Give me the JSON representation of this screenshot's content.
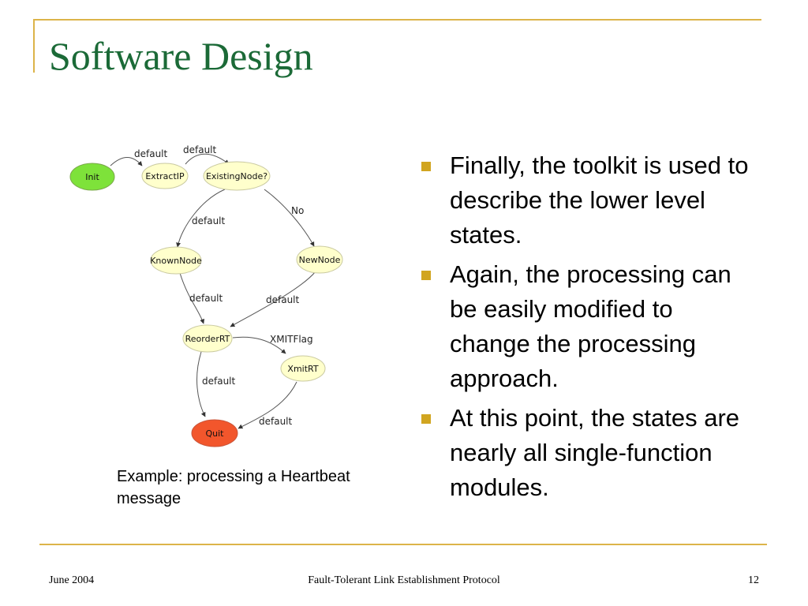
{
  "title": "Software Design",
  "diagram": {
    "nodes": [
      {
        "id": "init",
        "label": "Init",
        "color": "#7ee23a"
      },
      {
        "id": "extractip",
        "label": "ExtractIP",
        "color": "#ffffcc"
      },
      {
        "id": "existingnode",
        "label": "ExistingNode?",
        "color": "#ffffcc"
      },
      {
        "id": "knownnode",
        "label": "KnownNode",
        "color": "#ffffcc"
      },
      {
        "id": "newnode",
        "label": "NewNode",
        "color": "#ffffcc"
      },
      {
        "id": "reorderrt",
        "label": "ReorderRT",
        "color": "#ffffcc"
      },
      {
        "id": "xmitrt",
        "label": "XmitRT",
        "color": "#ffffcc"
      },
      {
        "id": "quit",
        "label": "Quit",
        "color": "#f2562c"
      }
    ],
    "edges": [
      {
        "from": "init",
        "to": "extractip",
        "label": "default"
      },
      {
        "from": "extractip",
        "to": "existingnode",
        "label": "default"
      },
      {
        "from": "existingnode",
        "to": "knownnode",
        "label": "default"
      },
      {
        "from": "existingnode",
        "to": "newnode",
        "label": "No"
      },
      {
        "from": "knownnode",
        "to": "reorderrt",
        "label": "default"
      },
      {
        "from": "newnode",
        "to": "reorderrt",
        "label": "default"
      },
      {
        "from": "reorderrt",
        "to": "xmitrt",
        "label": "XMITFlag"
      },
      {
        "from": "reorderrt",
        "to": "quit",
        "label": "default"
      },
      {
        "from": "xmitrt",
        "to": "quit",
        "label": "default"
      }
    ]
  },
  "caption": "Example: processing a Heartbeat message",
  "bullets": [
    "Finally, the toolkit is used to describe the lower level states.",
    "Again, the processing can be easily modified to change the processing approach.",
    "At this point, the states are nearly all single-function modules."
  ],
  "footer": {
    "date": "June 2004",
    "center": "Fault-Tolerant Link Establishment Protocol",
    "page": "12"
  },
  "colors": {
    "accent": "#dcb449",
    "title": "#1b6a37",
    "bullet": "#d1a520"
  }
}
